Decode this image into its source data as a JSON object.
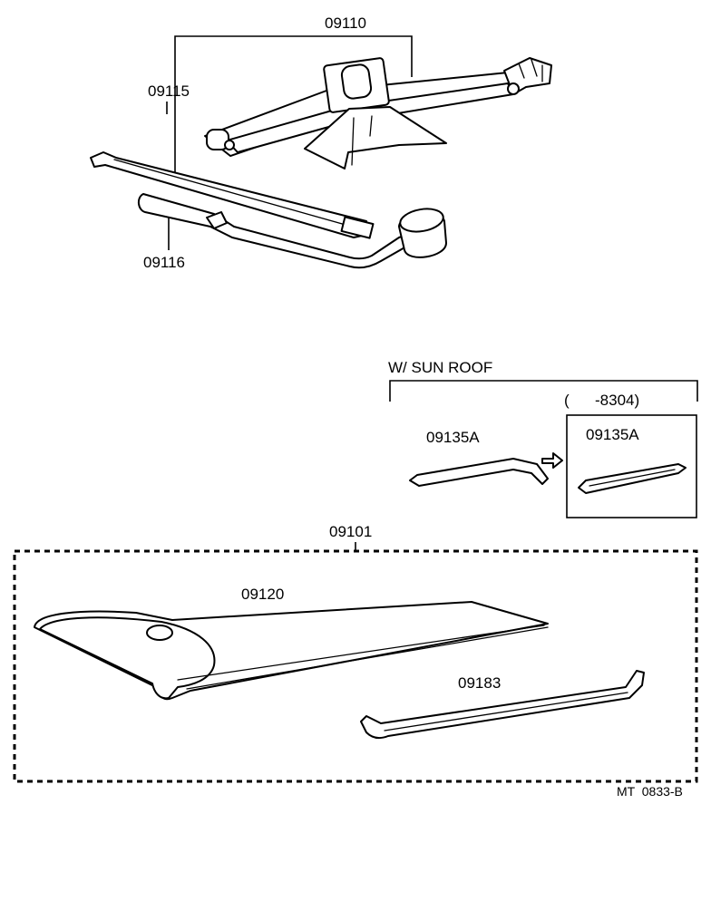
{
  "labels": {
    "p09110": "09110",
    "p09115": "09115",
    "p09116": "09116",
    "sunroof_note": "W/ SUN ROOF",
    "date_range": "(      -8304)",
    "p09135a_left": "09135A",
    "p09135a_right": "09135A",
    "p09101": "09101",
    "p09120": "09120",
    "p09183": "09183",
    "figure_code": "MT  0833-B"
  }
}
